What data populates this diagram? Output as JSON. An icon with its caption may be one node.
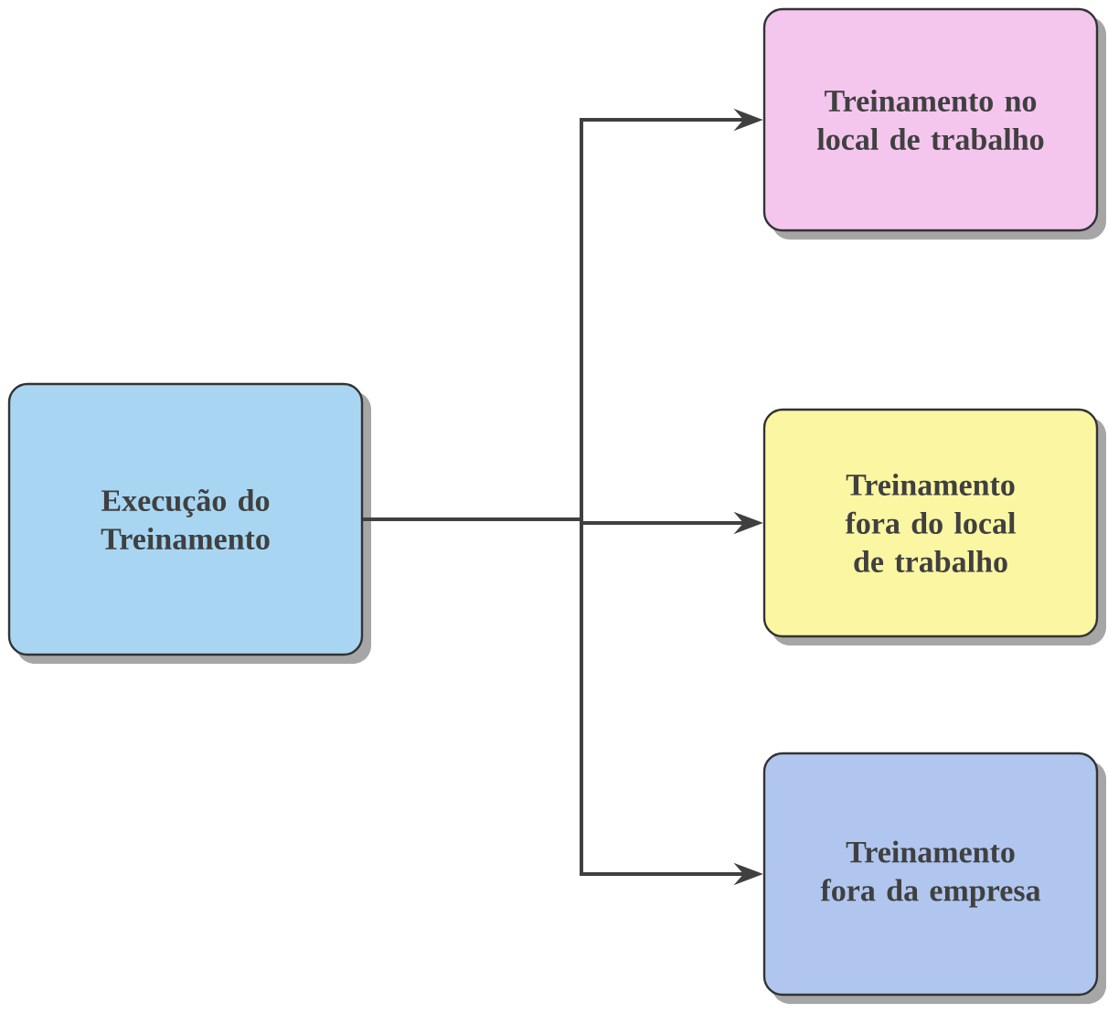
{
  "diagram": {
    "nodes": [
      {
        "text": [
          "Execução do Treinamento"
        ]
      },
      {
        "text": [
          "Treinamento no local de trabalho"
        ]
      },
      {
        "text": [
          "Treinamento fora do local de trabalho"
        ]
      },
      {
        "text": [
          "Treinamento fora da empresa"
        ]
      }
    ],
    "edges": [
      {
        "from": 0,
        "to": 1,
        "arrow": "to"
      },
      {
        "from": 0,
        "to": 2,
        "arrow": "to"
      },
      {
        "from": 0,
        "to": 3,
        "arrow": "to"
      }
    ]
  }
}
